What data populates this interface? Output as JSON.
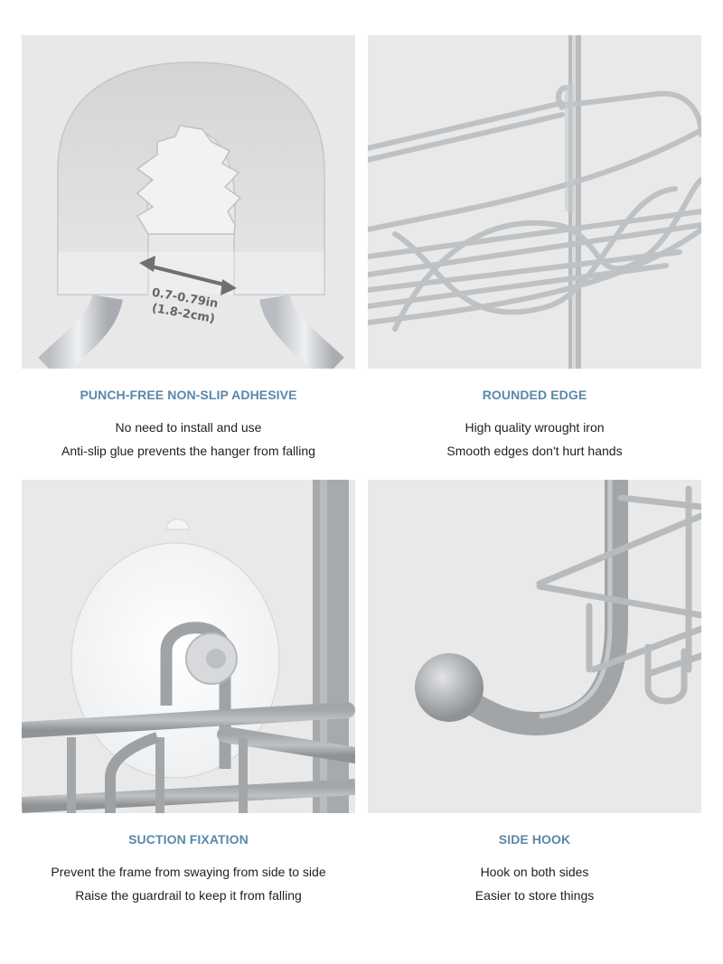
{
  "colors": {
    "heading": "#5b88aa",
    "body_text": "#1f1f1f",
    "panel_background": "#e9e9e9",
    "page_background": "#ffffff"
  },
  "features": [
    {
      "title": "PUNCH-FREE NON-SLIP ADHESIVE",
      "lines": [
        "No need to install and use",
        "Anti-slip glue prevents the hanger from falling"
      ],
      "image": {
        "subject": "u-shaped-clip-icon",
        "dimension_label": {
          "inches": "0.7-0.79in",
          "centimeters": "(1.8-2cm)"
        }
      }
    },
    {
      "title": "ROUNDED EDGE",
      "lines": [
        "High quality wrought iron",
        "Smooth edges don't hurt hands"
      ],
      "image": {
        "subject": "wire-basket-icon"
      }
    },
    {
      "title": "SUCTION FIXATION",
      "lines": [
        "Prevent the frame from swaying from side to side",
        "Raise the guardrail to keep it from falling"
      ],
      "image": {
        "subject": "suction-cup-icon"
      }
    },
    {
      "title": "SIDE HOOK",
      "lines": [
        "Hook on both sides",
        "Easier to store things"
      ],
      "image": {
        "subject": "side-hook-icon"
      }
    }
  ]
}
